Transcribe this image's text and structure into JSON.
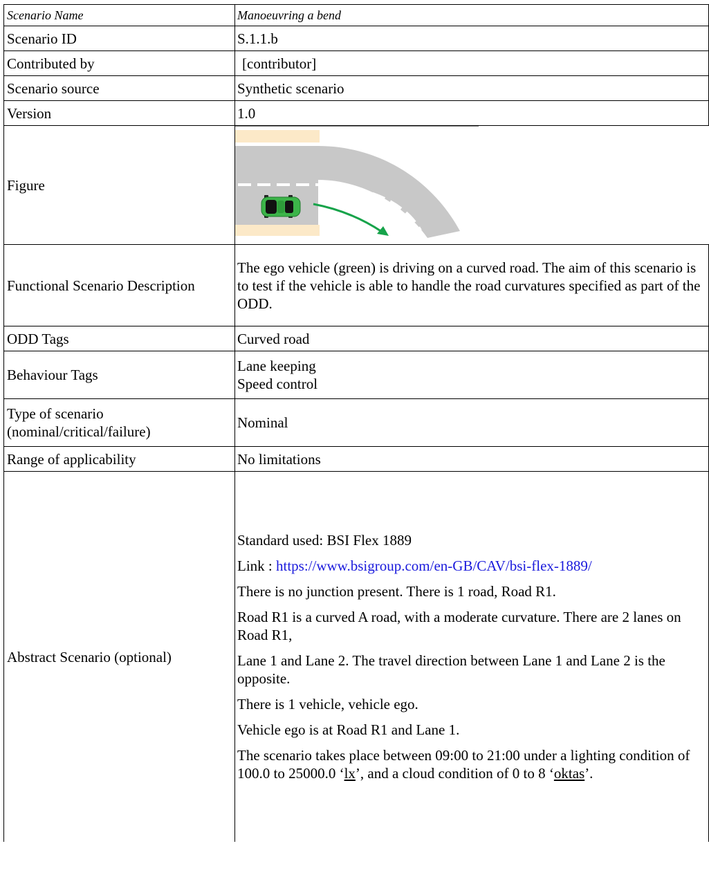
{
  "table": {
    "header": {
      "key": "Scenario Name",
      "value": "Manoeuvring a bend"
    },
    "scenario_id": {
      "key": "Scenario ID",
      "value": "S.1.1.b"
    },
    "contributed_by": {
      "key": "Contributed by",
      "value": "[contributor]"
    },
    "scenario_source": {
      "key": "Scenario source",
      "value": "Synthetic scenario"
    },
    "version": {
      "key": "Version",
      "value": "1.0"
    },
    "figure": {
      "key": "Figure"
    },
    "functional_description": {
      "key": "Functional Scenario Description",
      "value": "The ego vehicle (green) is driving on a curved road. The aim of this scenario is to test if the vehicle is able to handle the road curvatures specified as part of the ODD."
    },
    "odd_tags": {
      "key": "ODD Tags",
      "value": "Curved road"
    },
    "behaviour_tags": {
      "key": "Behaviour Tags",
      "values": [
        "Lane keeping",
        "Speed control"
      ]
    },
    "type_of_scenario": {
      "key": "Type of scenario (nominal/critical/failure)",
      "value": "Nominal"
    },
    "range_of_applicability": {
      "key": "Range of applicability",
      "value": "No limitations"
    },
    "abstract_scenario": {
      "key": "Abstract Scenario (optional)",
      "standard": "Standard used: BSI Flex 1889",
      "link_label": "Link : ",
      "link_url": "https://www.bsigroup.com/en-GB/CAV/bsi-flex-1889/",
      "p_junction": "There is no junction present. There is 1 road, Road R1.",
      "p_road": "Road R1 is a curved A road, with a moderate curvature. There are 2 lanes on Road R1,",
      "p_lanes": "Lane 1 and Lane 2. The travel direction between Lane 1 and Lane 2 is the opposite.",
      "p_vehicle": "There is 1 vehicle, vehicle ego.",
      "p_position": "Vehicle ego is at Road R1 and Lane 1.",
      "p_time_a": "The scenario takes place between 09:00 to 21:00 under a lighting condition of 100.0 to 25000.0 ‘",
      "unit_lx": "lx",
      "p_time_b": "’, and a cloud condition of 0 to 8 ‘",
      "unit_oktas": "oktas",
      "p_time_c": "’."
    }
  },
  "colors": {
    "road": "#c8c8c8",
    "kerb": "#fce9c8",
    "ego_vehicle": "#3cb449",
    "arrow": "#16a34a",
    "link": "#1a1adc"
  }
}
